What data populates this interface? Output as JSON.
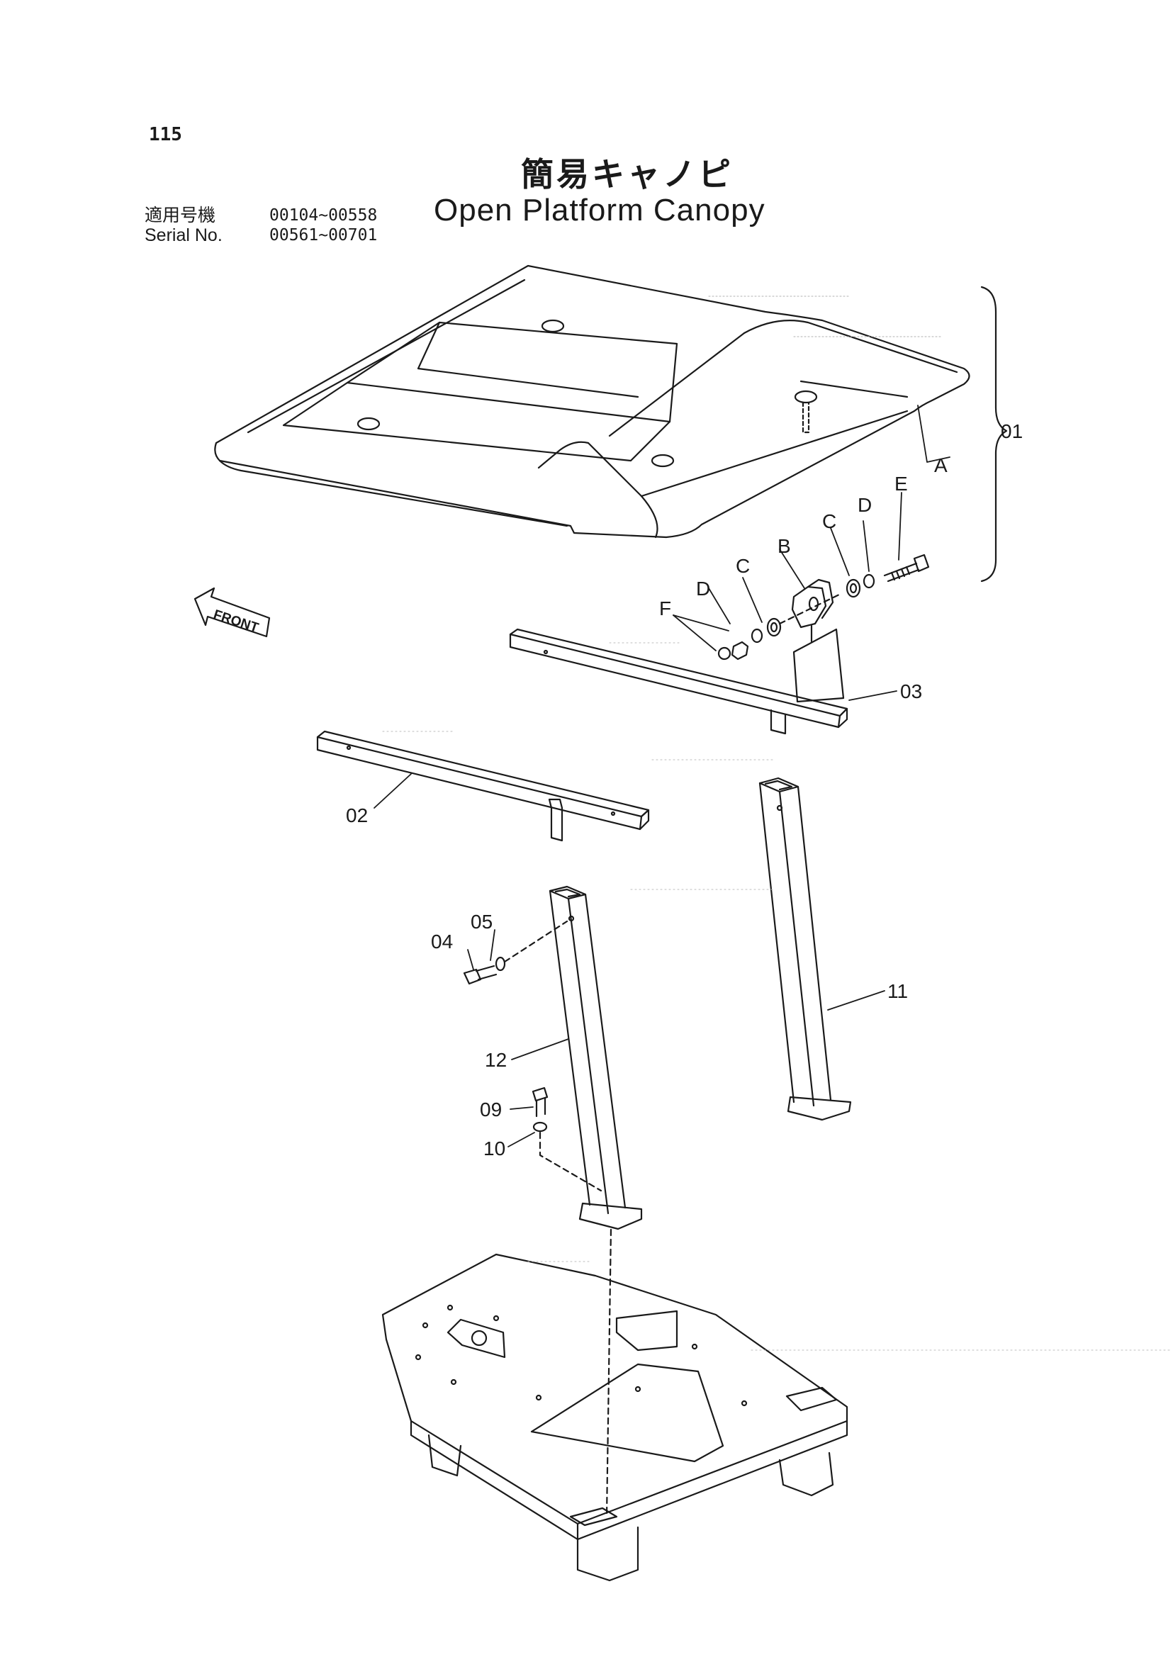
{
  "page_number": "115",
  "title_jp": "簡易キャノピ",
  "title_en": "Open Platform Canopy",
  "serial": {
    "label_jp": "適用号機",
    "label_en": "Serial No.",
    "range_1": "00104~00558",
    "range_2": "00561~00701"
  },
  "direction_label": "FRONT",
  "callouts": {
    "p01": "01",
    "p02": "02",
    "p03": "03",
    "p04": "04",
    "p05": "05",
    "p09": "09",
    "p10": "10",
    "p11": "11",
    "p12": "12",
    "A": "A",
    "B": "B",
    "C1": "C",
    "C2": "C",
    "D1": "D",
    "D2": "D",
    "E": "E",
    "F": "F"
  }
}
